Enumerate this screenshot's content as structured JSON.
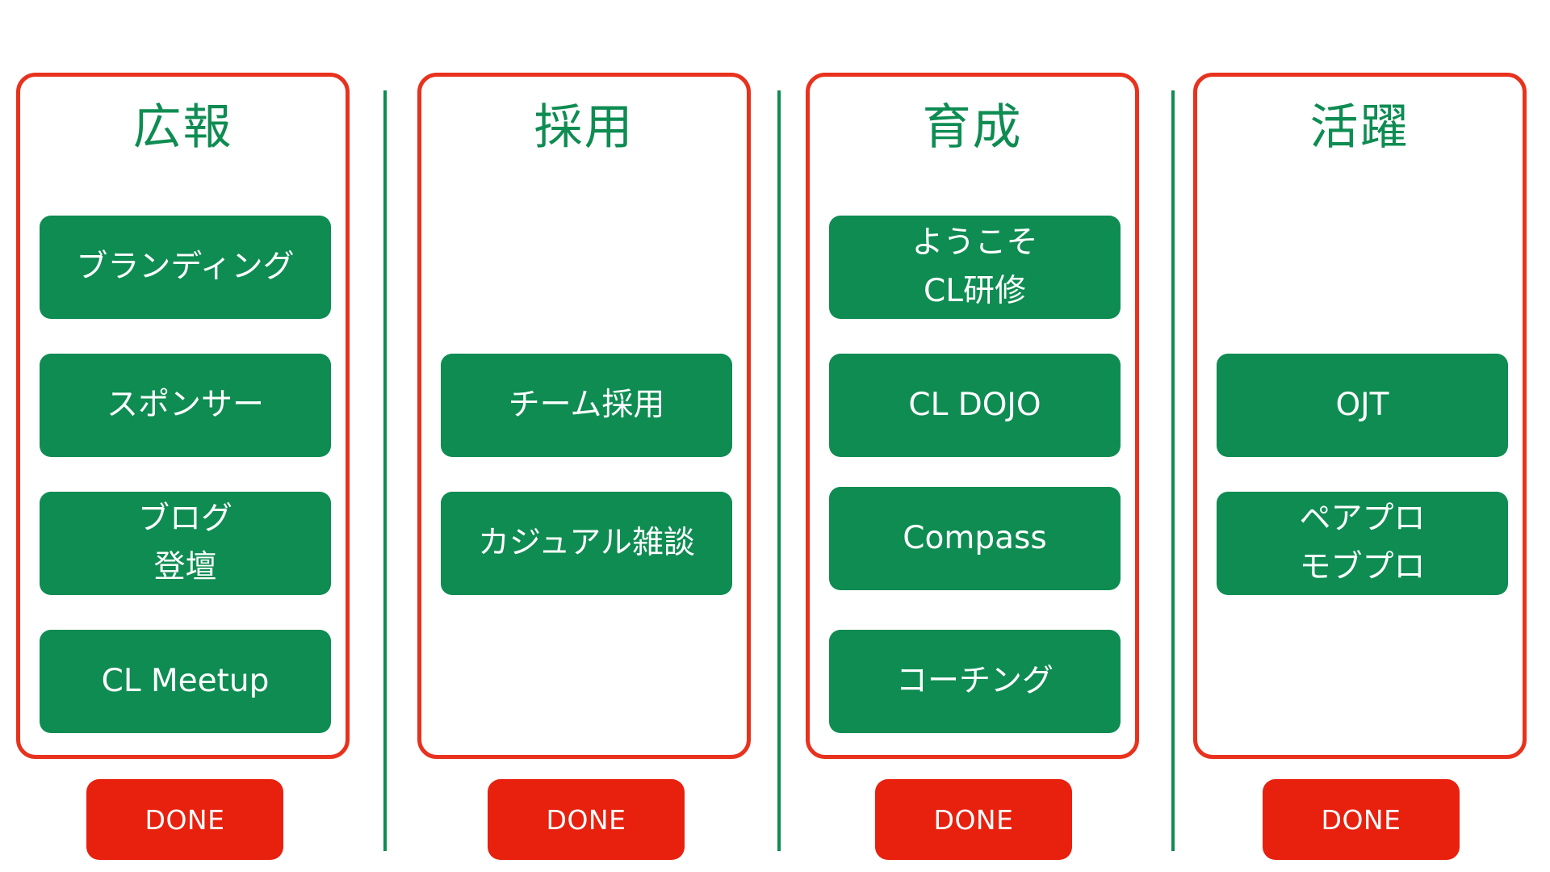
{
  "colors": {
    "frame": "#e8321e",
    "card": "#0e8c52",
    "title": "#0e8c52",
    "divider": "#0e8c52",
    "done": "#e8200e",
    "card_text": "#ffffff"
  },
  "columns": [
    {
      "title": "広報",
      "cards": [
        {
          "lines": [
            "ブランディング"
          ]
        },
        {
          "lines": [
            "スポンサー"
          ]
        },
        {
          "lines": [
            "ブログ",
            "登壇"
          ]
        },
        {
          "lines": [
            "CL Meetup"
          ]
        }
      ],
      "done_label": "DONE"
    },
    {
      "title": "採用",
      "cards": [
        {
          "lines": [
            "チーム採用"
          ]
        },
        {
          "lines": [
            "カジュアル雑談"
          ]
        }
      ],
      "done_label": "DONE"
    },
    {
      "title": "育成",
      "cards": [
        {
          "lines": [
            "ようこそ",
            "CL研修"
          ]
        },
        {
          "lines": [
            "CL DOJO"
          ]
        },
        {
          "lines": [
            "Compass"
          ]
        },
        {
          "lines": [
            "コーチング"
          ]
        }
      ],
      "done_label": "DONE"
    },
    {
      "title": "活躍",
      "cards": [
        {
          "lines": [
            "OJT"
          ]
        },
        {
          "lines": [
            "ペアプロ",
            "モブプロ"
          ]
        }
      ],
      "done_label": "DONE"
    }
  ]
}
